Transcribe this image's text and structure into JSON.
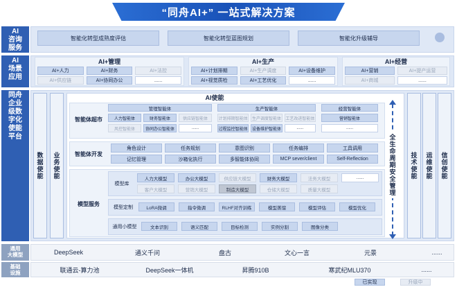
{
  "title": "“同舟AI+” 一站式解决方案",
  "left_labels": {
    "ai_consult": "AI\n咨询\n服务",
    "ai_scene": "AI\n场景\n应用",
    "platform": "同舟\n企业\n级数\n字化\n使能\n平台",
    "general_model": "通用\n大模型",
    "infra": "基础\n设施"
  },
  "consult": {
    "items": [
      "智能化转型成熟度评估",
      "智能化转型蓝图规划",
      "智能化升级辅导"
    ]
  },
  "scene": {
    "groups": [
      {
        "title": "AI+管理",
        "row1": [
          {
            "t": "AI+人力",
            "s": "box"
          },
          {
            "t": "AI+财务",
            "s": "box"
          },
          {
            "t": "AI+法控",
            "s": "grey"
          }
        ],
        "row2": [
          {
            "t": "AI+供应链",
            "s": "grey"
          },
          {
            "t": "AI+协同办公",
            "s": "box"
          },
          {
            "t": "......",
            "s": "white"
          }
        ]
      },
      {
        "title": "AI+生产",
        "row1": [
          {
            "t": "AI+计划排期",
            "s": "box"
          },
          {
            "t": "AI+生产调度",
            "s": "grey"
          },
          {
            "t": "AI+设备维护",
            "s": "box"
          }
        ],
        "row2": [
          {
            "t": "AI+视觉质检",
            "s": "box"
          },
          {
            "t": "AI+工艺优化",
            "s": "box"
          },
          {
            "t": "......",
            "s": "white"
          }
        ]
      },
      {
        "title": "AI+经营",
        "row1": [
          {
            "t": "AI+营销",
            "s": "box"
          },
          {
            "t": "AI+提产运营",
            "s": "grey"
          }
        ],
        "row2": [
          {
            "t": "AI+商城",
            "s": "grey"
          },
          {
            "t": "......",
            "s": "white"
          }
        ]
      }
    ]
  },
  "platform": {
    "left_cols": [
      "数据使能",
      "业务使能"
    ],
    "right_cols": [
      "技术使能",
      "运维使能",
      "信创使能"
    ],
    "ai_enable_title": "AI使能",
    "security": "全生命周期安全管理",
    "agent_market": {
      "label": "智能体超市",
      "groups": [
        {
          "title": "管理智能体",
          "rows": [
            [
              {
                "t": "人力智能体",
                "s": "box"
              },
              {
                "t": "财务智能体",
                "s": "box"
              },
              {
                "t": "供应链智能体",
                "s": "grey"
              }
            ],
            [
              {
                "t": "风控智能体",
                "s": "grey"
              },
              {
                "t": "协同办公智能体",
                "s": "box"
              },
              {
                "t": "......",
                "s": "white"
              }
            ]
          ]
        },
        {
          "title": "生产智能体",
          "rows": [
            [
              {
                "t": "计划排期智能体",
                "s": "grey"
              },
              {
                "t": "生产调度智能体",
                "s": "grey"
              },
              {
                "t": "工艺改进智能体",
                "s": "grey"
              }
            ],
            [
              {
                "t": "过程监控智能体",
                "s": "box"
              },
              {
                "t": "设备维护智能体",
                "s": "box"
              },
              {
                "t": "......",
                "s": "white"
              }
            ]
          ]
        },
        {
          "title": "经营智能体",
          "rows": [
            [
              {
                "t": "营销智能体",
                "s": "box"
              }
            ],
            [
              {
                "t": "......",
                "s": "white"
              }
            ]
          ]
        }
      ]
    },
    "agent_dev": {
      "label": "智能体开发",
      "row1": [
        "角色设计",
        "任务规划",
        "意图识别",
        "任务编排",
        "工具调用"
      ],
      "row2": [
        "记忆管理",
        "沙箱化执行",
        "多智能体协同",
        "MCP sever/client",
        "Self-Reflection"
      ]
    },
    "model_service": {
      "label": "模型服务",
      "model_lib": {
        "label": "模型库",
        "row1": [
          {
            "t": "人力大模型",
            "s": "box"
          },
          {
            "t": "办公大模型",
            "s": "box"
          },
          {
            "t": "供应链大模型",
            "s": "grey"
          },
          {
            "t": "财务大模型",
            "s": "box"
          },
          {
            "t": "法务大模型",
            "s": "grey"
          },
          {
            "t": "......",
            "s": "white"
          }
        ],
        "row2": [
          {
            "t": "客户大模型",
            "s": "grey"
          },
          {
            "t": "营销大模型",
            "s": "grey"
          },
          {
            "t": "制造大模型",
            "s": "darkgrey"
          },
          {
            "t": "仓储大模型",
            "s": "grey"
          },
          {
            "t": "质量大模型",
            "s": "grey"
          }
        ]
      },
      "custom": {
        "label": "模型定制",
        "items": [
          "LoRA微调",
          "指令微调",
          "RLHF对齐训练",
          "模型蒸馏",
          "模型评估",
          "模型优化"
        ]
      },
      "general_small": {
        "label": "通用小模型",
        "items": [
          "文本识别",
          "语义匹配",
          "目标检测",
          "实例分割",
          "图像分类"
        ]
      }
    }
  },
  "general_models": [
    "DeepSeek",
    "通义千问",
    "盘古",
    "文心一言",
    "元景",
    "......"
  ],
  "infra": [
    "联通云-算力池",
    "DeepSeek一体机",
    "昇腾910B",
    "寒武纪MLU370",
    "......"
  ],
  "legend": {
    "done": "已实现",
    "upgrading": "升级中"
  },
  "colors": {
    "brand": "#2f5fb3",
    "done": "#c7d6ee",
    "upgrading": "#e7ecf4"
  }
}
